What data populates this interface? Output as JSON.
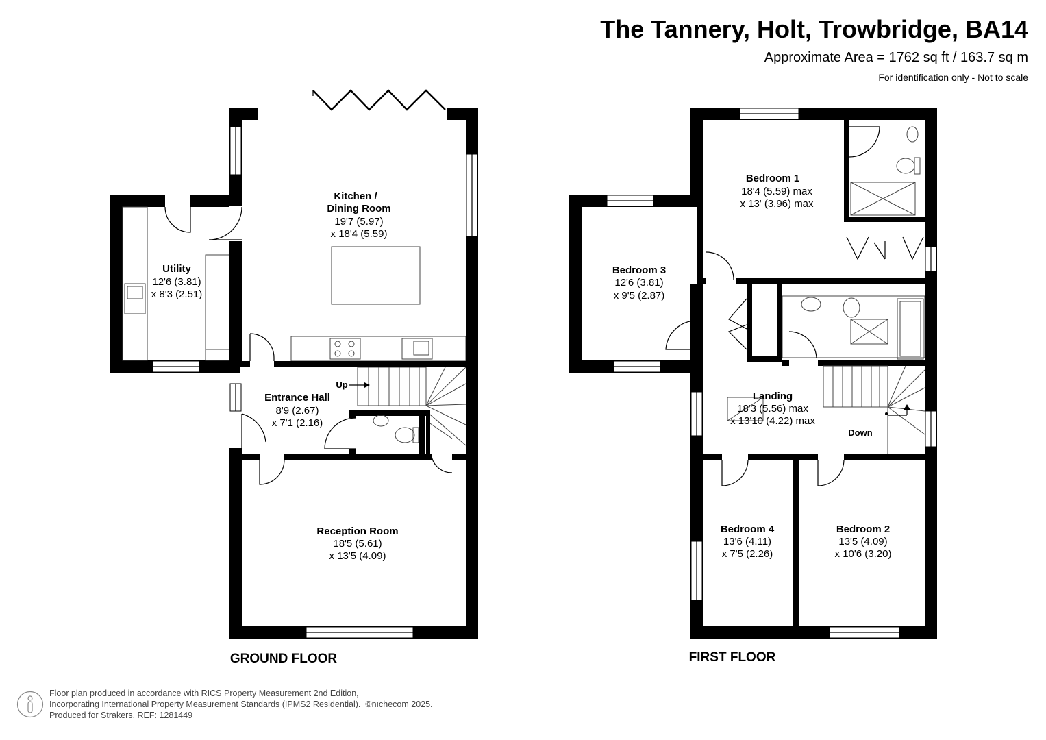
{
  "header": {
    "title": "The Tannery, Holt, Trowbridge, BA14",
    "area": "Approximate Area = 1762 sq ft / 163.7 sq m",
    "note": "For identification only - Not to scale"
  },
  "ground_floor": {
    "label": "GROUND FLOOR",
    "kitchen": {
      "name_line1": "Kitchen /",
      "name_line2": "Dining Room",
      "dim1": "19'7 (5.97)",
      "dim2": "x 18'4 (5.59)"
    },
    "utility": {
      "name": "Utility",
      "dim1": "12'6 (3.81)",
      "dim2": "x 8'3 (2.51)"
    },
    "entrance_hall": {
      "name": "Entrance Hall",
      "dim1": "8'9 (2.67)",
      "dim2": "x 7'1 (2.16)"
    },
    "reception": {
      "name": "Reception Room",
      "dim1": "18'5 (5.61)",
      "dim2": "x 13'5 (4.09)"
    },
    "stair_label": "Up"
  },
  "first_floor": {
    "label": "FIRST FLOOR",
    "bedroom1": {
      "name": "Bedroom 1",
      "dim1": "18'4 (5.59) max",
      "dim2": "x 13' (3.96) max"
    },
    "bedroom3": {
      "name": "Bedroom 3",
      "dim1": "12'6 (3.81)",
      "dim2": "x 9'5 (2.87)"
    },
    "landing": {
      "name": "Landing",
      "dim1": "18'3 (5.56) max",
      "dim2": "x 13'10 (4.22) max"
    },
    "bedroom4": {
      "name": "Bedroom 4",
      "dim1": "13'6 (4.11)",
      "dim2": "x 7'5 (2.26)"
    },
    "bedroom2": {
      "name": "Bedroom 2",
      "dim1": "13'5 (4.09)",
      "dim2": "x 10'6 (3.20)"
    },
    "stair_label": "Down"
  },
  "footer": {
    "line1": "Floor plan produced in accordance with RICS Property Measurement 2nd Edition,",
    "line2": "Incorporating International Property Measurement Standards (IPMS2 Residential).",
    "copyright": "©nıchecom 2025.",
    "line3": "Produced for Strakers.   REF: 1281449"
  },
  "colors": {
    "wall": "#000000",
    "fixture": "#555555",
    "background": "#ffffff"
  }
}
